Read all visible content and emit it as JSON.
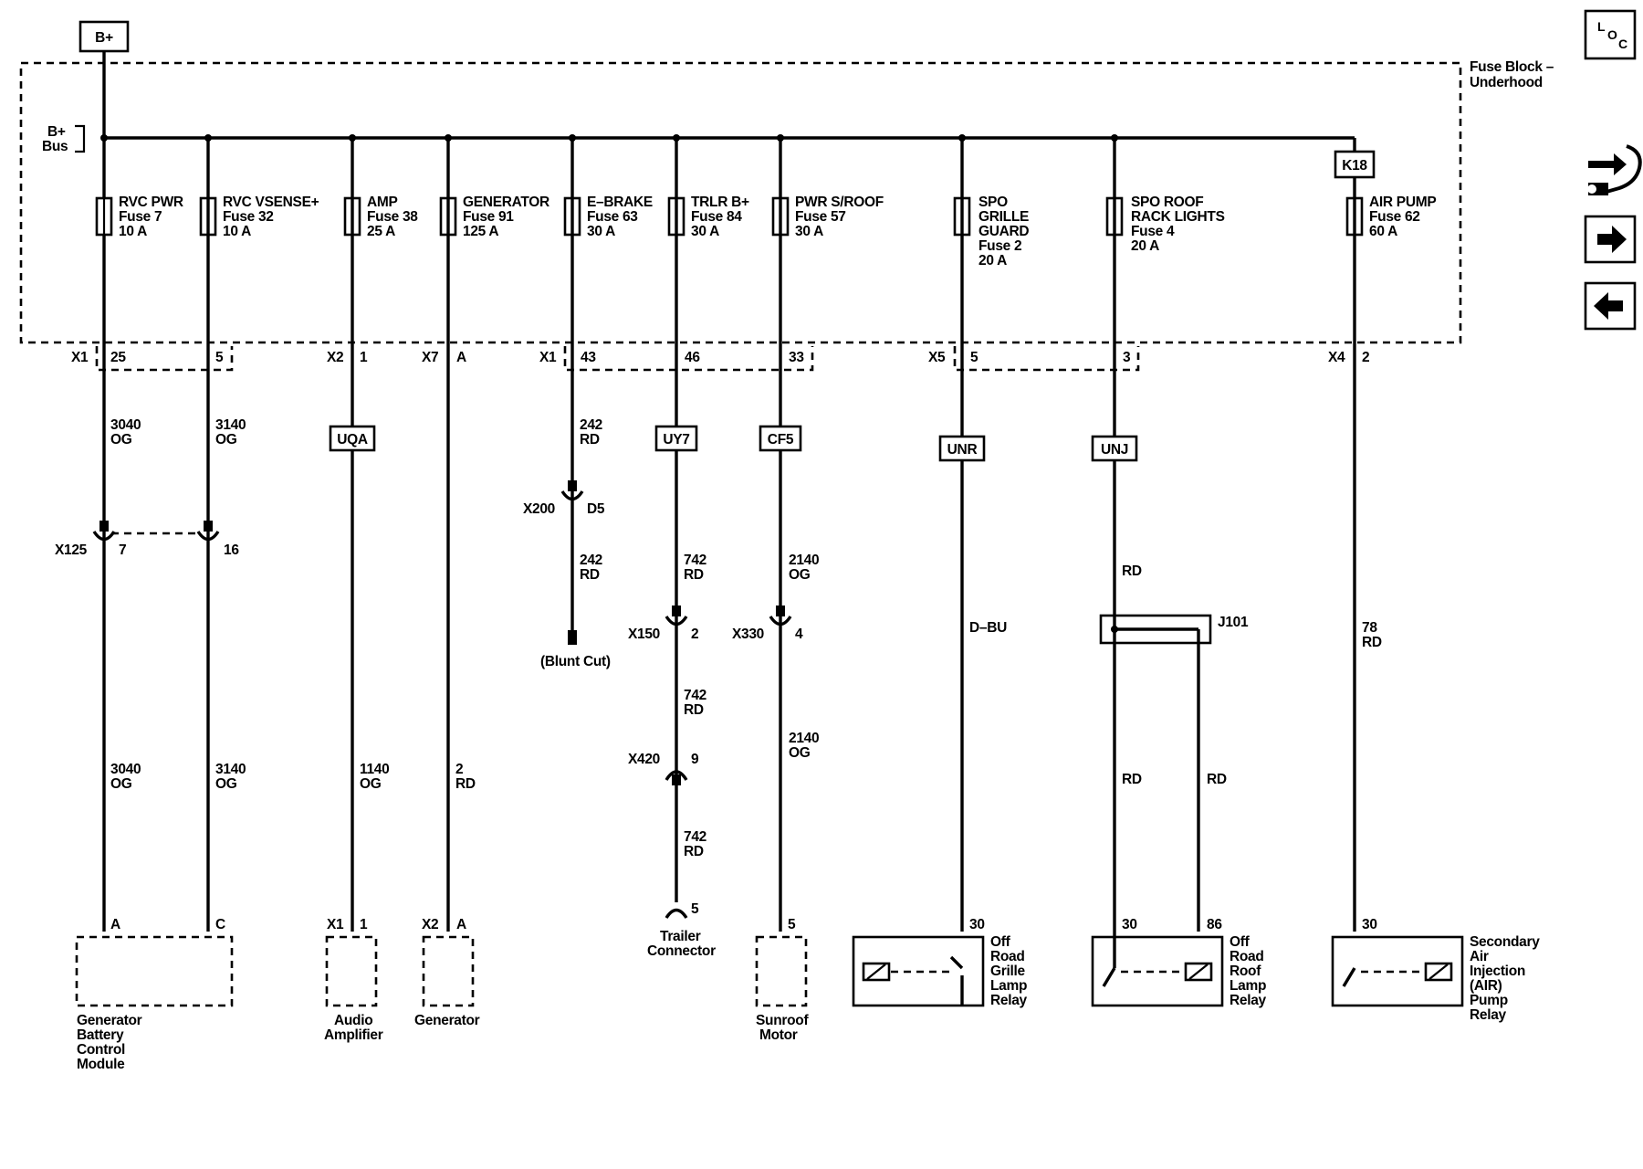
{
  "bplus": "B+",
  "bus_label": [
    "B+",
    "Bus"
  ],
  "fuse_block_label": [
    "Fuse Block –",
    "Underhood"
  ],
  "fuses": [
    {
      "lines": [
        "RVC PWR",
        "Fuse 7",
        "10 A"
      ]
    },
    {
      "lines": [
        "RVC VSENSE+",
        "Fuse 32",
        "10 A"
      ]
    },
    {
      "lines": [
        "AMP",
        "Fuse 38",
        "25 A"
      ]
    },
    {
      "lines": [
        "GENERATOR",
        "Fuse 91",
        "125 A"
      ]
    },
    {
      "lines": [
        "E–BRAKE",
        "Fuse 63",
        "30 A"
      ]
    },
    {
      "lines": [
        "TRLR B+",
        "Fuse 84",
        "30 A"
      ]
    },
    {
      "lines": [
        "PWR S/ROOF",
        "Fuse 57",
        "30 A"
      ]
    },
    {
      "lines": [
        "SPO",
        "GRILLE",
        "GUARD",
        "Fuse 2",
        "20 A"
      ]
    },
    {
      "lines": [
        "SPO ROOF",
        "RACK LIGHTS",
        "Fuse 4",
        "20 A"
      ]
    },
    {
      "lines": [
        "AIR PUMP",
        "Fuse 62",
        "60 A"
      ]
    }
  ],
  "k18": "K18",
  "connectors": {
    "x1a": "X1",
    "x1a_25": "25",
    "x1a_5": "5",
    "x2": "X2",
    "x2_1": "1",
    "x7": "X7",
    "x7_a": "A",
    "x1b": "X1",
    "x1b_43": "43",
    "x1b_46": "46",
    "x1b_33": "33",
    "x5": "X5",
    "x5_5": "5",
    "x5_3": "3",
    "x4": "X4",
    "x4_2": "2"
  },
  "tags": {
    "uqa": "UQA",
    "uy7": "UY7",
    "cf5": "CF5",
    "unr": "UNR",
    "unj": "UNJ"
  },
  "wires": {
    "w3040_top": [
      "3040",
      "OG"
    ],
    "w3140_top": [
      "3140",
      "OG"
    ],
    "w242_top": [
      "242",
      "RD"
    ],
    "w242_bot": [
      "242",
      "RD"
    ],
    "w742_a": [
      "742",
      "RD"
    ],
    "w742_b": [
      "742",
      "RD"
    ],
    "w742_c": [
      "742",
      "RD"
    ],
    "w2140_a": [
      "2140",
      "OG"
    ],
    "w2140_b": [
      "2140",
      "OG"
    ],
    "w3040_bot": [
      "3040",
      "OG"
    ],
    "w3140_bot": [
      "3140",
      "OG"
    ],
    "w1140": [
      "1140",
      "OG"
    ],
    "w2": [
      "2",
      "RD"
    ],
    "dbu": "D–BU",
    "rd_unj": "RD",
    "rd_j1": "RD",
    "rd_j2": "RD",
    "w78": [
      "78",
      "RD"
    ]
  },
  "inline": {
    "x200": "X200",
    "x200_pin": "D5",
    "blunt": "(Blunt Cut)",
    "x125": "X125",
    "x125_7": "7",
    "x125_16": "16",
    "x150": "X150",
    "x150_pin": "2",
    "x330": "X330",
    "x330_pin": "4",
    "x420": "X420",
    "x420_pin": "9",
    "j101": "J101"
  },
  "components": {
    "gbcm": {
      "pins": [
        "A",
        "C"
      ],
      "name": [
        "Generator",
        "Battery",
        "Control",
        "Module"
      ]
    },
    "amp": {
      "conn": "X1",
      "pin": "1",
      "name": [
        "Audio",
        "Amplifier"
      ]
    },
    "gen": {
      "conn": "X2",
      "pin": "A",
      "name": [
        "Generator"
      ]
    },
    "trailer": {
      "pin": "5",
      "name": [
        "Trailer",
        "Connector"
      ]
    },
    "sunroof": {
      "pin": "5",
      "name": [
        "Sunroof",
        "Motor"
      ]
    },
    "grille_relay": {
      "pin": "30",
      "name": [
        "Off",
        "Road",
        "Grille",
        "Lamp",
        "Relay"
      ]
    },
    "roof_relay": {
      "pin30": "30",
      "pin86": "86",
      "name": [
        "Off",
        "Road",
        "Roof",
        "Lamp",
        "Relay"
      ]
    },
    "air_relay": {
      "pin": "30",
      "name": [
        "Secondary",
        "Air",
        "Injection",
        "(AIR)",
        "Pump",
        "Relay"
      ]
    }
  },
  "nav": {
    "loc_letters": [
      "L",
      "O",
      "C"
    ]
  }
}
